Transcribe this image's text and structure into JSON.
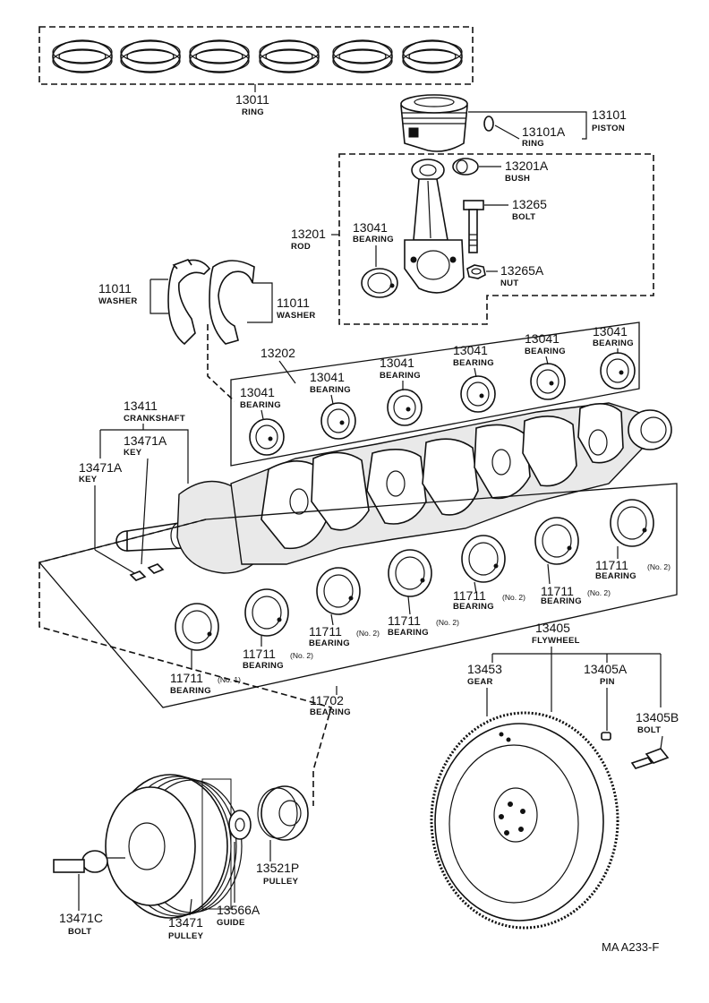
{
  "labels": {
    "ring_13011": {
      "num": "13011",
      "name": "RING"
    },
    "piston_13101": {
      "num": "13101",
      "name": "PISTON"
    },
    "ring_13101a": {
      "num": "13101A",
      "name": "RING"
    },
    "bush_13201a": {
      "num": "13201A",
      "name": "BUSH"
    },
    "bolt_13265": {
      "num": "13265",
      "name": "BOLT"
    },
    "rod_13201": {
      "num": "13201",
      "name": "ROD"
    },
    "bearing_13041_rod": {
      "num": "13041",
      "name": "BEARING"
    },
    "nut_13265a": {
      "num": "13265A",
      "name": "NUT"
    },
    "washer_11011_left": {
      "num": "11011",
      "name": "WASHER"
    },
    "washer_11011_right": {
      "num": "11011",
      "name": "WASHER"
    },
    "set_13202": {
      "num": "13202"
    },
    "bearing_13041_1": {
      "num": "13041",
      "name": "BEARING"
    },
    "bearing_13041_2": {
      "num": "13041",
      "name": "BEARING"
    },
    "bearing_13041_3": {
      "num": "13041",
      "name": "BEARING"
    },
    "bearing_13041_4": {
      "num": "13041",
      "name": "BEARING"
    },
    "bearing_13041_5": {
      "num": "13041",
      "name": "BEARING"
    },
    "bearing_13041_6": {
      "num": "13041",
      "name": "BEARING"
    },
    "crankshaft_13411": {
      "num": "13411",
      "name": "CRANKSHAFT"
    },
    "key_13471a_upper": {
      "num": "13471A",
      "name": "KEY"
    },
    "key_13471a_left": {
      "num": "13471A",
      "name": "KEY"
    },
    "bearing_11711_no2_a": {
      "num": "11711",
      "suffix": "(No. 2)",
      "name": "BEARING"
    },
    "bearing_11711_no2_b": {
      "num": "11711",
      "suffix": "(No. 2)",
      "name": "BEARING"
    },
    "bearing_11711_no2_c": {
      "num": "11711",
      "suffix": "(No. 2)",
      "name": "BEARING"
    },
    "bearing_11711_no2_d": {
      "num": "11711",
      "suffix": "(No. 2)",
      "name": "BEARING"
    },
    "bearing_11711_no2_e": {
      "num": "11711",
      "suffix": "(No. 2)",
      "name": "BEARING"
    },
    "bearing_11711_no2_f": {
      "num": "11711",
      "suffix": "(No. 2)",
      "name": "BEARING"
    },
    "bearing_11711_no1": {
      "num": "11711",
      "suffix": "(No. 1)",
      "name": "BEARING"
    },
    "bearing_set_11702": {
      "num": "11702",
      "name": "BEARING"
    },
    "flywheel_13405": {
      "num": "13405",
      "name": "FLYWHEEL"
    },
    "gear_13453": {
      "num": "13453",
      "name": "GEAR"
    },
    "pin_13405a": {
      "num": "13405A",
      "name": "PIN"
    },
    "bolt_13405b": {
      "num": "13405B",
      "name": "BOLT"
    },
    "pulley_13521p": {
      "num": "13521P",
      "name": "PULLEY"
    },
    "guide_13566a": {
      "num": "13566A",
      "name": "GUIDE"
    },
    "bolt_13471c": {
      "num": "13471C",
      "name": "BOLT"
    },
    "pulley_13471": {
      "num": "13471",
      "name": "PULLEY"
    }
  },
  "figure_code": "MA  A233-F"
}
